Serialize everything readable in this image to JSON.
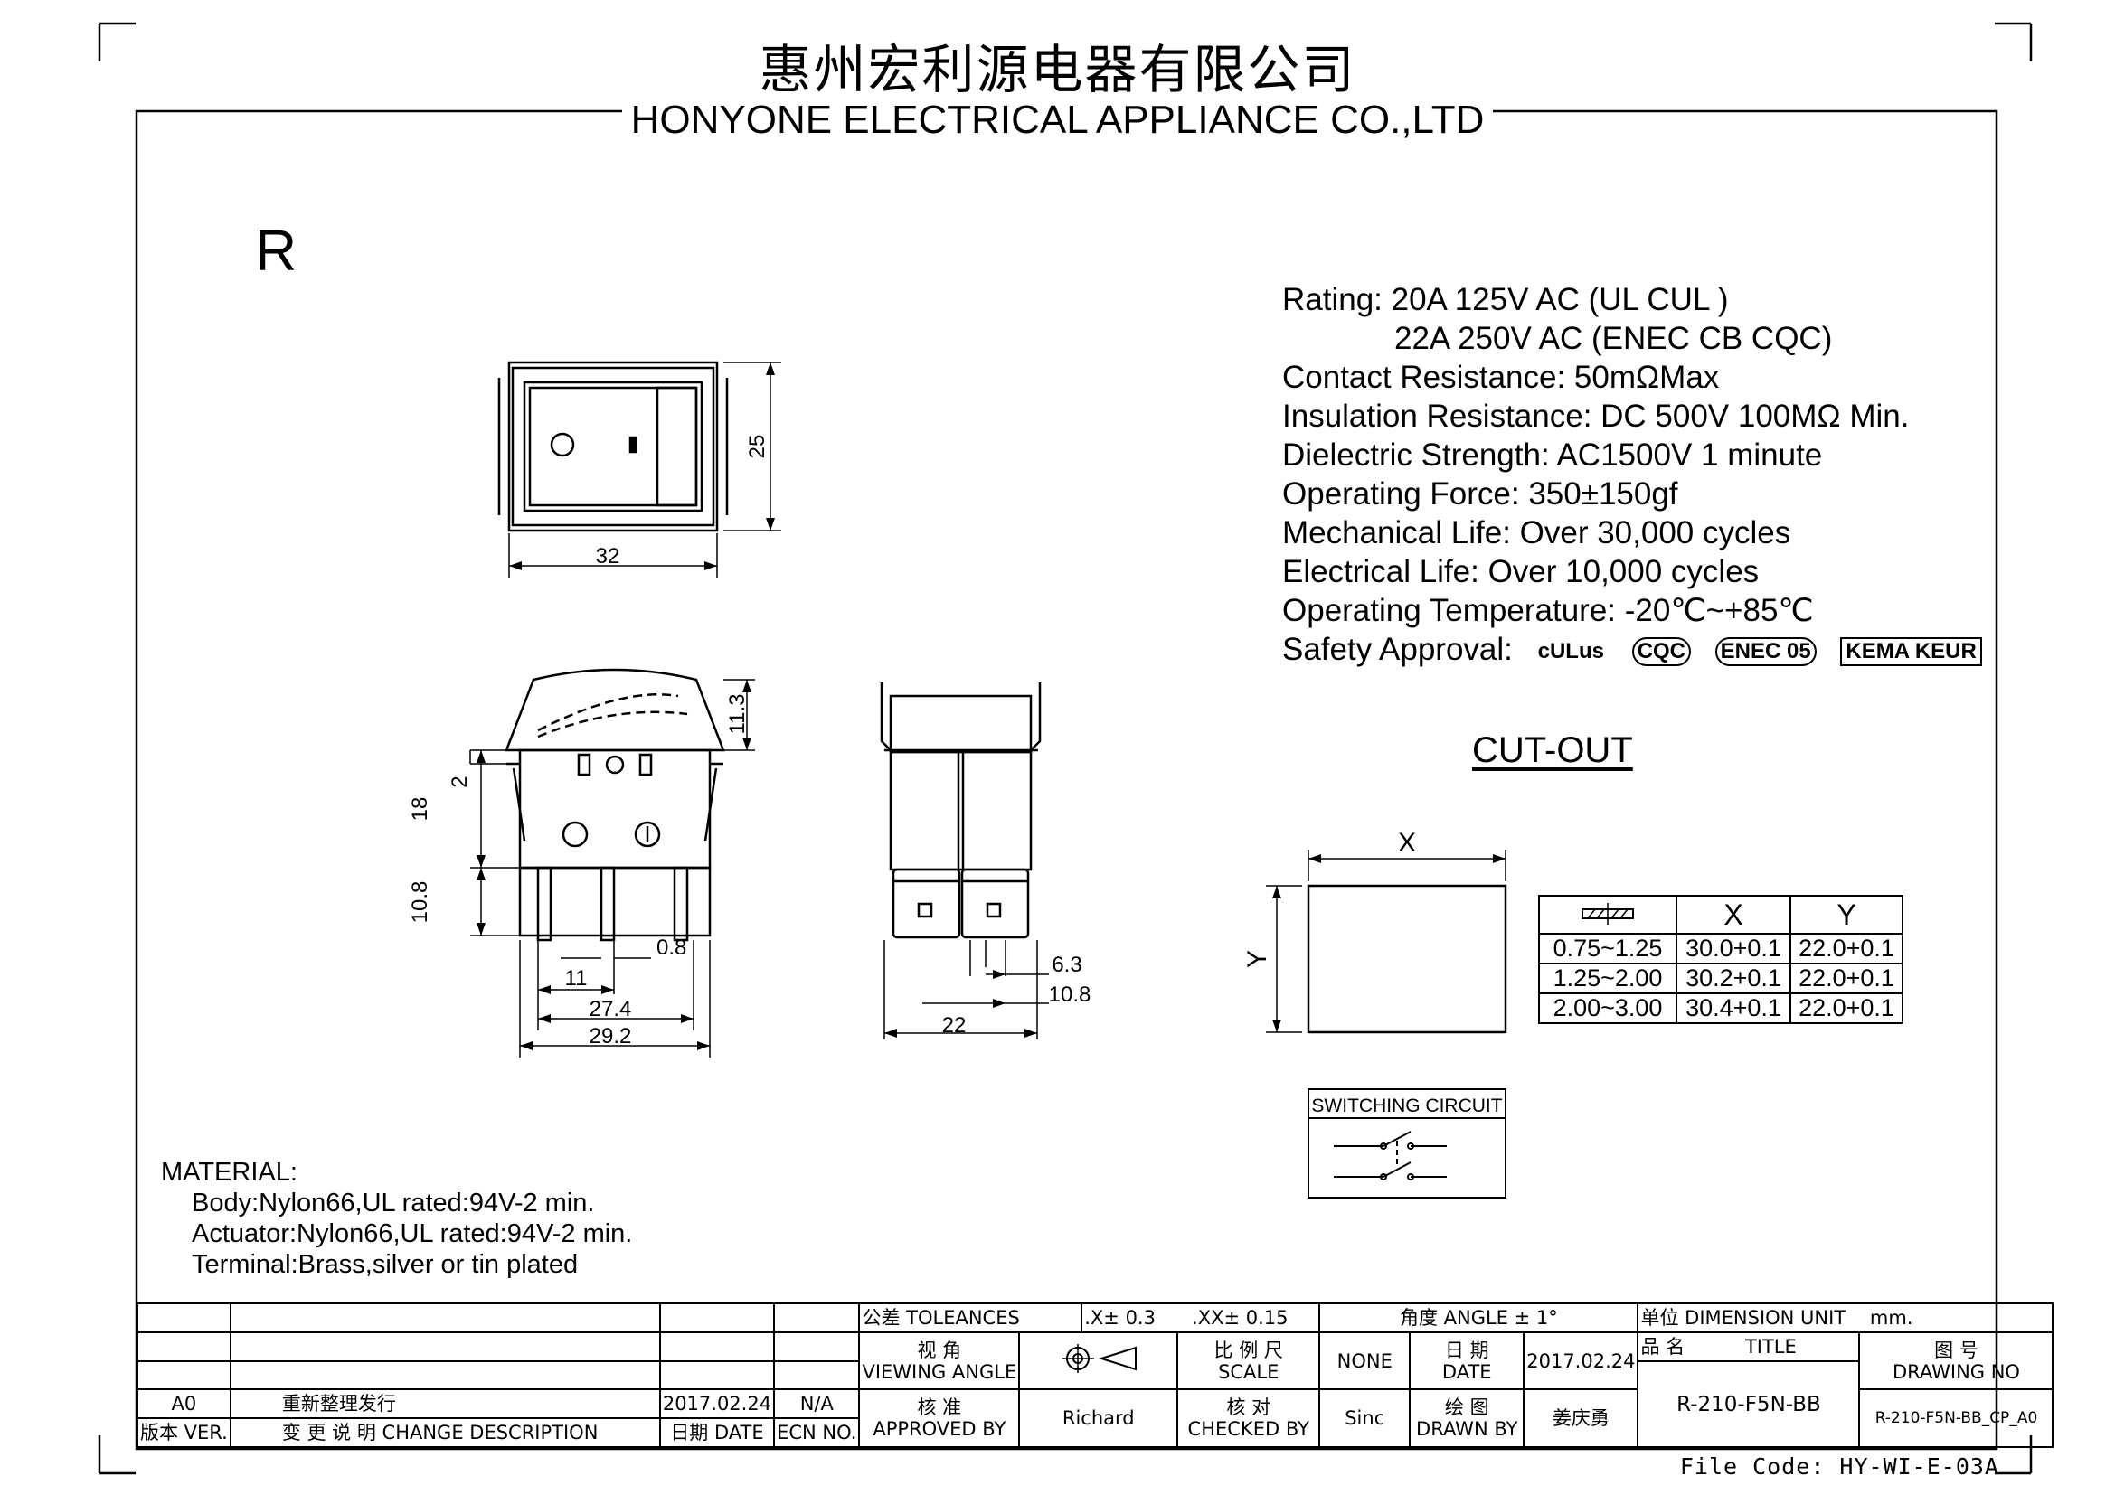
{
  "header": {
    "company_cn": "惠州宏利源电器有限公司",
    "company_en": "HONYONE ELECTRICAL APPLIANCE  CO.,LTD"
  },
  "revision_letter": "R",
  "specs": [
    "Rating: 20A 125V AC (UL  CUL  )",
    "22A 250V AC (ENEC CB CQC)",
    "Contact Resistance: 50mΩMax",
    "Insulation Resistance: DC 500V 100MΩ  Min.",
    "Dielectric Strength: AC1500V 1 minute",
    "Operating Force: 350±150gf",
    "Mechanical Life: Over 30,000 cycles",
    "Electrical Life: Over 10,000 cycles",
    "Operating Temperature: -20℃~+85℃",
    "Safety Approval:"
  ],
  "approval_logos": [
    "cULus",
    "CQC",
    "ENEC 05",
    "KEMA KEUR"
  ],
  "dimensions": {
    "top_width": "32",
    "top_height": "25",
    "actuator_height": "11.3",
    "body_height": "18",
    "offset": "2",
    "terminal_length": "10.8",
    "terminal_thickness": "0.8",
    "pin_spacing": "11",
    "width_inner": "27.4",
    "width_outer": "29.2",
    "side_terminal_width": "6.3",
    "side_terminal_span": "10.8",
    "side_depth": "22",
    "cutout_x": "X",
    "cutout_y": "Y"
  },
  "cutout": {
    "title": "CUT-OUT",
    "headers": [
      "",
      "X",
      "Y"
    ],
    "rows": [
      [
        "0.75~1.25",
        "30.0+0.1",
        "22.0+0.1"
      ],
      [
        "1.25~2.00",
        "30.2+0.1",
        "22.0+0.1"
      ],
      [
        "2.00~3.00",
        "30.4+0.1",
        "22.0+0.1"
      ]
    ]
  },
  "switching_circuit": "SWITCHING CIRCUIT",
  "material": {
    "title": "MATERIAL:",
    "lines": [
      "Body:Nylon66,UL rated:94V-2 min.",
      "Actuator:Nylon66,UL rated:94V-2 min.",
      "Terminal:Brass,silver or tin plated"
    ]
  },
  "title_block": {
    "tolerances_label": "公差 TOLEANCES",
    "tol_x": ".X± 0.3",
    "tol_xx": ".XX± 0.15",
    "tol_angle": "角度 ANGLE ± 1°",
    "unit_label": "单位     DIMENSION UNIT",
    "unit_value": "mm.",
    "viewing_angle_cn": "视 角",
    "viewing_angle_en": "VIEWING ANGLE",
    "scale_cn": "比 例 尺",
    "scale_en": "SCALE",
    "scale_value": "NONE",
    "date_cn": "日 期",
    "date_en": "DATE",
    "date_value": "2017.02.24",
    "title_cn": "品 名",
    "title_en": "TITLE",
    "drawing_no_cn": "图  号",
    "drawing_no_en": "DRAWING NO",
    "rev_value": "A0",
    "change_value": "重新整理发行",
    "rev_date": "2017.02.24",
    "ecn_value": "N/A",
    "approved_cn": "核 准",
    "approved_en": "APPROVED BY",
    "approved_value": "Richard",
    "checked_cn": "核 对",
    "checked_en": "CHECKED BY",
    "checked_value": "Sinc",
    "drawn_cn": "绘 图",
    "drawn_en": "DRAWN BY",
    "drawn_value": "姜庆勇",
    "title_value": "R-210-F5N-BB",
    "drawing_no_value": "R-210-F5N-BB_CP_A0",
    "ver_label": "版本 VER.",
    "change_label": "变 更 说 明   CHANGE DESCRIPTION",
    "date_label": "日期 DATE",
    "ecn_label": "ECN NO."
  },
  "file_code": "File Code: HY-WI-E-03A"
}
